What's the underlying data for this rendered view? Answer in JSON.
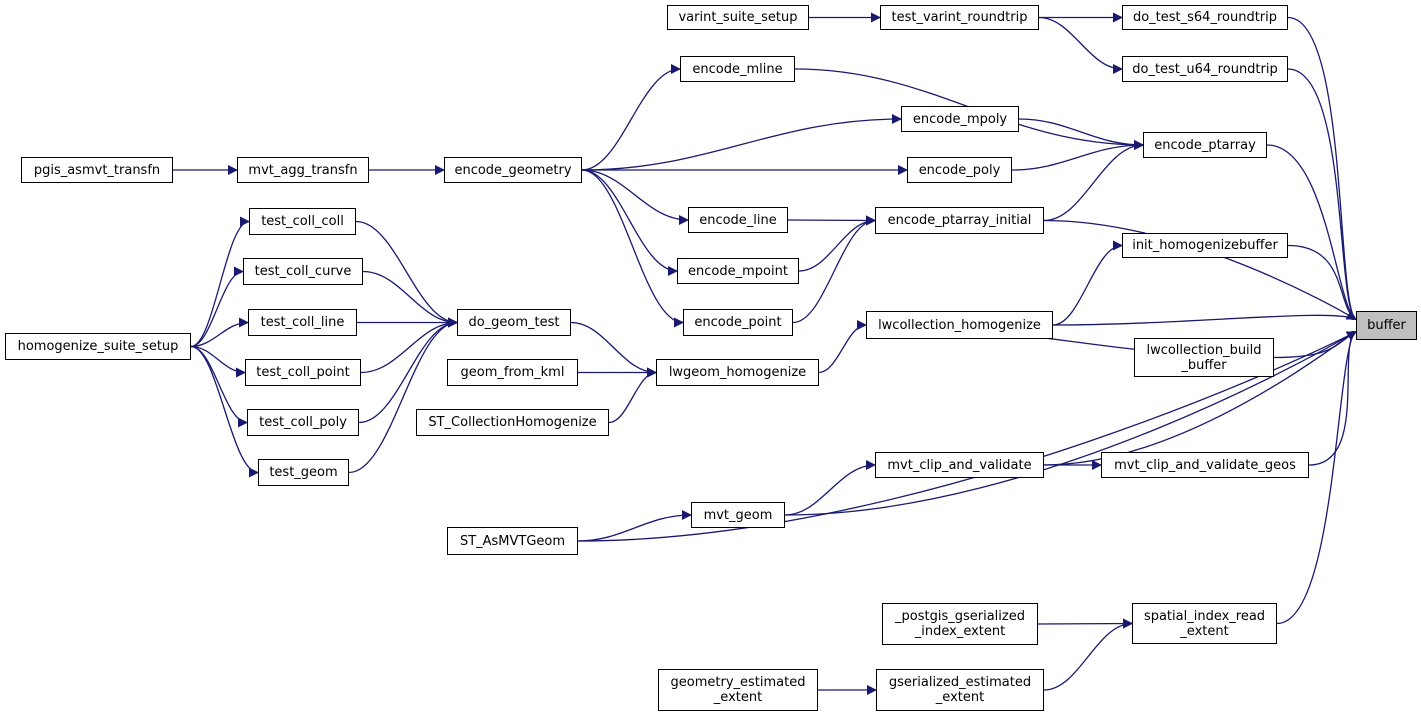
{
  "graph": {
    "type": "caller-graph",
    "focus": "buffer",
    "colors": {
      "edge": "#191970",
      "node_border": "#000000",
      "node_fill": "#ffffff",
      "focus_fill": "#bfbfbf"
    },
    "nodes": [
      {
        "id": "buffer",
        "lines": [
          "buffer"
        ],
        "highlight": true
      },
      {
        "id": "do_test_s64_roundtrip",
        "lines": [
          "do_test_s64_roundtrip"
        ]
      },
      {
        "id": "do_test_u64_roundtrip",
        "lines": [
          "do_test_u64_roundtrip"
        ]
      },
      {
        "id": "encode_ptarray",
        "lines": [
          "encode_ptarray"
        ]
      },
      {
        "id": "encode_ptarray_initial",
        "lines": [
          "encode_ptarray_initial"
        ]
      },
      {
        "id": "init_homogenizebuffer",
        "lines": [
          "init_homogenizebuffer"
        ]
      },
      {
        "id": "lwcollection_homogenize",
        "lines": [
          "lwcollection_homogenize"
        ]
      },
      {
        "id": "lwcollection_build_buffer",
        "lines": [
          "lwcollection_build",
          "_buffer"
        ]
      },
      {
        "id": "mvt_clip_and_validate",
        "lines": [
          "mvt_clip_and_validate"
        ]
      },
      {
        "id": "mvt_clip_and_validate_geos",
        "lines": [
          "mvt_clip_and_validate_geos"
        ]
      },
      {
        "id": "mvt_geom",
        "lines": [
          "mvt_geom"
        ]
      },
      {
        "id": "ST_AsMVTGeom",
        "lines": [
          "ST_AsMVTGeom"
        ]
      },
      {
        "id": "spatial_index_read_extent",
        "lines": [
          "spatial_index_read",
          "_extent"
        ]
      },
      {
        "id": "_postgis_gserialized_index_extent",
        "lines": [
          "_postgis_gserialized",
          "_index_extent"
        ]
      },
      {
        "id": "gserialized_estimated_extent",
        "lines": [
          "gserialized_estimated",
          "_extent"
        ]
      },
      {
        "id": "geometry_estimated_extent",
        "lines": [
          "geometry_estimated",
          "_extent"
        ]
      },
      {
        "id": "test_varint_roundtrip",
        "lines": [
          "test_varint_roundtrip"
        ]
      },
      {
        "id": "varint_suite_setup",
        "lines": [
          "varint_suite_setup"
        ]
      },
      {
        "id": "encode_mline",
        "lines": [
          "encode_mline"
        ]
      },
      {
        "id": "encode_mpoly",
        "lines": [
          "encode_mpoly"
        ]
      },
      {
        "id": "encode_poly",
        "lines": [
          "encode_poly"
        ]
      },
      {
        "id": "encode_line",
        "lines": [
          "encode_line"
        ]
      },
      {
        "id": "encode_mpoint",
        "lines": [
          "encode_mpoint"
        ]
      },
      {
        "id": "encode_point",
        "lines": [
          "encode_point"
        ]
      },
      {
        "id": "encode_geometry",
        "lines": [
          "encode_geometry"
        ]
      },
      {
        "id": "mvt_agg_transfn",
        "lines": [
          "mvt_agg_transfn"
        ]
      },
      {
        "id": "pgis_asmvt_transfn",
        "lines": [
          "pgis_asmvt_transfn"
        ]
      },
      {
        "id": "lwgeom_homogenize",
        "lines": [
          "lwgeom_homogenize"
        ]
      },
      {
        "id": "do_geom_test",
        "lines": [
          "do_geom_test"
        ]
      },
      {
        "id": "geom_from_kml",
        "lines": [
          "geom_from_kml"
        ]
      },
      {
        "id": "ST_CollectionHomogenize",
        "lines": [
          "ST_CollectionHomogenize"
        ]
      },
      {
        "id": "test_coll_coll",
        "lines": [
          "test_coll_coll"
        ]
      },
      {
        "id": "test_coll_curve",
        "lines": [
          "test_coll_curve"
        ]
      },
      {
        "id": "test_coll_line",
        "lines": [
          "test_coll_line"
        ]
      },
      {
        "id": "test_coll_point",
        "lines": [
          "test_coll_point"
        ]
      },
      {
        "id": "test_coll_poly",
        "lines": [
          "test_coll_poly"
        ]
      },
      {
        "id": "test_geom",
        "lines": [
          "test_geom"
        ]
      },
      {
        "id": "homogenize_suite_setup",
        "lines": [
          "homogenize_suite_setup"
        ]
      }
    ],
    "edges": [
      {
        "from": "do_test_s64_roundtrip",
        "to": "buffer"
      },
      {
        "from": "do_test_u64_roundtrip",
        "to": "buffer"
      },
      {
        "from": "encode_ptarray",
        "to": "buffer"
      },
      {
        "from": "encode_ptarray_initial",
        "to": "buffer"
      },
      {
        "from": "init_homogenizebuffer",
        "to": "buffer"
      },
      {
        "from": "lwcollection_homogenize",
        "to": "buffer"
      },
      {
        "from": "lwcollection_build_buffer",
        "to": "buffer"
      },
      {
        "from": "mvt_clip_and_validate",
        "to": "buffer"
      },
      {
        "from": "mvt_clip_and_validate_geos",
        "to": "buffer"
      },
      {
        "from": "mvt_geom",
        "to": "buffer"
      },
      {
        "from": "ST_AsMVTGeom",
        "to": "buffer"
      },
      {
        "from": "spatial_index_read_extent",
        "to": "buffer"
      },
      {
        "from": "test_varint_roundtrip",
        "to": "do_test_s64_roundtrip"
      },
      {
        "from": "test_varint_roundtrip",
        "to": "do_test_u64_roundtrip"
      },
      {
        "from": "varint_suite_setup",
        "to": "test_varint_roundtrip"
      },
      {
        "from": "encode_mline",
        "to": "encode_ptarray"
      },
      {
        "from": "encode_mpoly",
        "to": "encode_ptarray"
      },
      {
        "from": "encode_poly",
        "to": "encode_ptarray"
      },
      {
        "from": "encode_ptarray_initial",
        "to": "encode_ptarray"
      },
      {
        "from": "encode_line",
        "to": "encode_ptarray_initial"
      },
      {
        "from": "encode_mpoint",
        "to": "encode_ptarray_initial"
      },
      {
        "from": "encode_point",
        "to": "encode_ptarray_initial"
      },
      {
        "from": "encode_geometry",
        "to": "encode_mline"
      },
      {
        "from": "encode_geometry",
        "to": "encode_mpoly"
      },
      {
        "from": "encode_geometry",
        "to": "encode_poly"
      },
      {
        "from": "encode_geometry",
        "to": "encode_line"
      },
      {
        "from": "encode_geometry",
        "to": "encode_mpoint"
      },
      {
        "from": "encode_geometry",
        "to": "encode_point"
      },
      {
        "from": "mvt_agg_transfn",
        "to": "encode_geometry"
      },
      {
        "from": "pgis_asmvt_transfn",
        "to": "mvt_agg_transfn"
      },
      {
        "from": "lwcollection_homogenize",
        "to": "init_homogenizebuffer"
      },
      {
        "from": "lwcollection_build_buffer",
        "to": "lwcollection_homogenize"
      },
      {
        "from": "lwgeom_homogenize",
        "to": "lwcollection_homogenize"
      },
      {
        "from": "do_geom_test",
        "to": "lwgeom_homogenize"
      },
      {
        "from": "geom_from_kml",
        "to": "lwgeom_homogenize"
      },
      {
        "from": "ST_CollectionHomogenize",
        "to": "lwgeom_homogenize"
      },
      {
        "from": "test_coll_coll",
        "to": "do_geom_test"
      },
      {
        "from": "test_coll_curve",
        "to": "do_geom_test"
      },
      {
        "from": "test_coll_line",
        "to": "do_geom_test"
      },
      {
        "from": "test_coll_point",
        "to": "do_geom_test"
      },
      {
        "from": "test_coll_poly",
        "to": "do_geom_test"
      },
      {
        "from": "test_geom",
        "to": "do_geom_test"
      },
      {
        "from": "homogenize_suite_setup",
        "to": "test_coll_coll"
      },
      {
        "from": "homogenize_suite_setup",
        "to": "test_coll_curve"
      },
      {
        "from": "homogenize_suite_setup",
        "to": "test_coll_line"
      },
      {
        "from": "homogenize_suite_setup",
        "to": "test_coll_point"
      },
      {
        "from": "homogenize_suite_setup",
        "to": "test_coll_poly"
      },
      {
        "from": "homogenize_suite_setup",
        "to": "test_geom"
      },
      {
        "from": "mvt_clip_and_validate",
        "to": "mvt_clip_and_validate_geos"
      },
      {
        "from": "mvt_geom",
        "to": "mvt_clip_and_validate"
      },
      {
        "from": "ST_AsMVTGeom",
        "to": "mvt_geom"
      },
      {
        "from": "_postgis_gserialized_index_extent",
        "to": "spatial_index_read_extent"
      },
      {
        "from": "gserialized_estimated_extent",
        "to": "spatial_index_read_extent"
      },
      {
        "from": "geometry_estimated_extent",
        "to": "gserialized_estimated_extent"
      }
    ]
  }
}
